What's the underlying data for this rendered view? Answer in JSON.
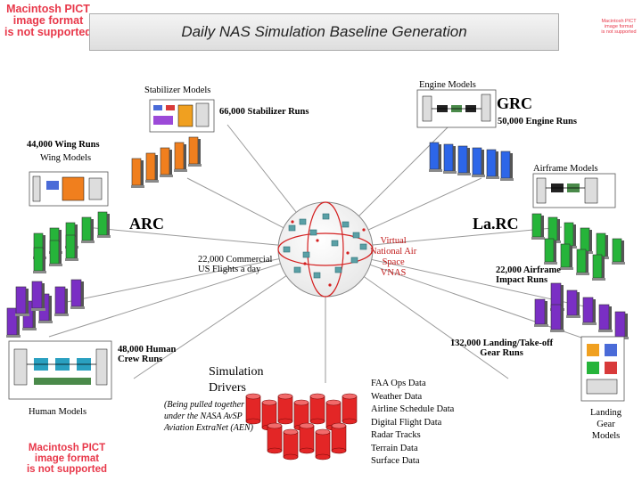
{
  "title": "Daily NAS Simulation Baseline Generation",
  "pict_notice": [
    "Macintosh PICT",
    "image format",
    "is not supported"
  ],
  "labels": {
    "stabilizer_models": "Stabilizer Models",
    "stabilizer_runs": "66,000 Stabilizer Runs",
    "engine_models": "Engine Models",
    "grc": "GRC",
    "engine_runs": "50,000 Engine Runs",
    "wing_runs": "44,000 Wing Runs",
    "wing_models": "Wing Models",
    "airframe_models": "Airframe Models",
    "arc": "ARC",
    "larc": "La.RC",
    "commercial_flights": "22,000 Commercial\nUS Flights a day",
    "vnas": "Virtual\nNational Air\nSpace\nVNAS",
    "airframe_runs": "22,000 Airframe\nImpact Runs",
    "human_runs": "48,000 Human\nCrew Runs",
    "landing_runs": "132,000 Landing/Take-off\nGear Runs",
    "human_models": "Human Models",
    "simulation_drivers": "Simulation\nDrivers",
    "drivers_note": "(Being pulled together\nunder the NASA AvSP\nAviation ExtraNet (AEN)",
    "landing_models": "Landing\nGear\nModels"
  },
  "data_sources": [
    "FAA Ops Data",
    "Weather Data",
    "Airline Schedule Data",
    "Digital Flight Data",
    "Radar Tracks",
    "Terrain Data",
    "Surface Data"
  ],
  "colors": {
    "pict_text": "#e8384a",
    "server_orange": "#f07f1e",
    "server_blue": "#2d66e8",
    "server_green": "#26b43a",
    "server_purple": "#7a2fc4",
    "server_gray": "#8a8a8a",
    "database_red": "#e32626",
    "globe_line": "#d42020"
  }
}
